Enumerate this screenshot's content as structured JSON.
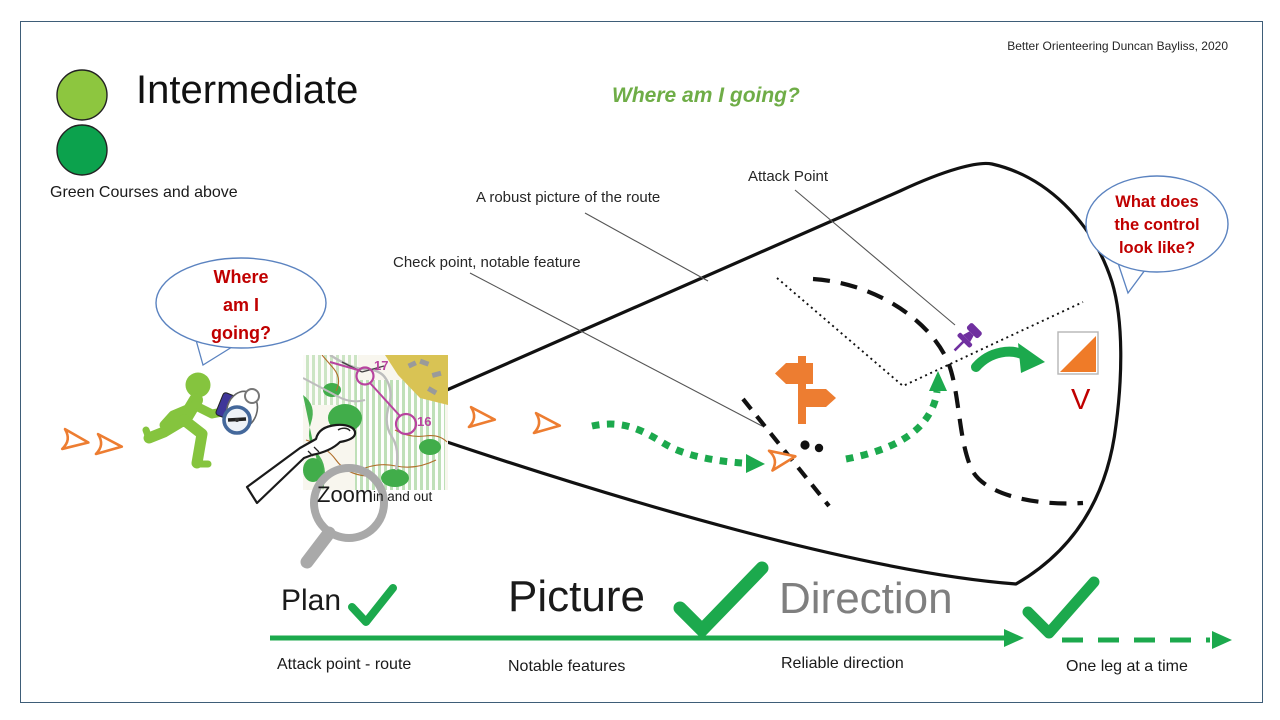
{
  "slide": {
    "attribution": "Better Orienteering Duncan Bayliss, 2020",
    "level": {
      "title": "Intermediate",
      "subtitle": "Green Courses and above"
    },
    "heading": "Where am I going?"
  },
  "speech": {
    "left": {
      "line1": "Where",
      "line2": "am I",
      "line3": "going?"
    },
    "right": {
      "line1": "What does",
      "line2": "the control",
      "line3": "look like?"
    }
  },
  "annotations": {
    "attack_point": "Attack Point",
    "robust_picture": "A robust picture of the route",
    "check_point": "Check point, notable feature"
  },
  "zoom_label": {
    "main": "Zoom",
    "suffix": "in and out"
  },
  "map": {
    "control_a": "17",
    "control_b": "16"
  },
  "control_code": "V",
  "process": {
    "plan": {
      "label": "Plan",
      "sub": "Attack point - route"
    },
    "picture": {
      "label": "Picture",
      "sub": "Notable features"
    },
    "direction": {
      "label": "Direction",
      "sub": "Reliable direction"
    },
    "final_sub": "One leg at a time"
  },
  "colors": {
    "light_green": "#8dc63f",
    "dark_green": "#0ca24d",
    "route_green": "#1ca94d",
    "heading_green": "#6fad47",
    "orange": "#ed7d31",
    "red": "#c00000",
    "purple": "#7030a0",
    "gray_text": "#7f7f7f",
    "frame": "#3e5d78",
    "bubble_outline": "#5b83c0",
    "magnifier_gray": "#a9a9a9"
  }
}
